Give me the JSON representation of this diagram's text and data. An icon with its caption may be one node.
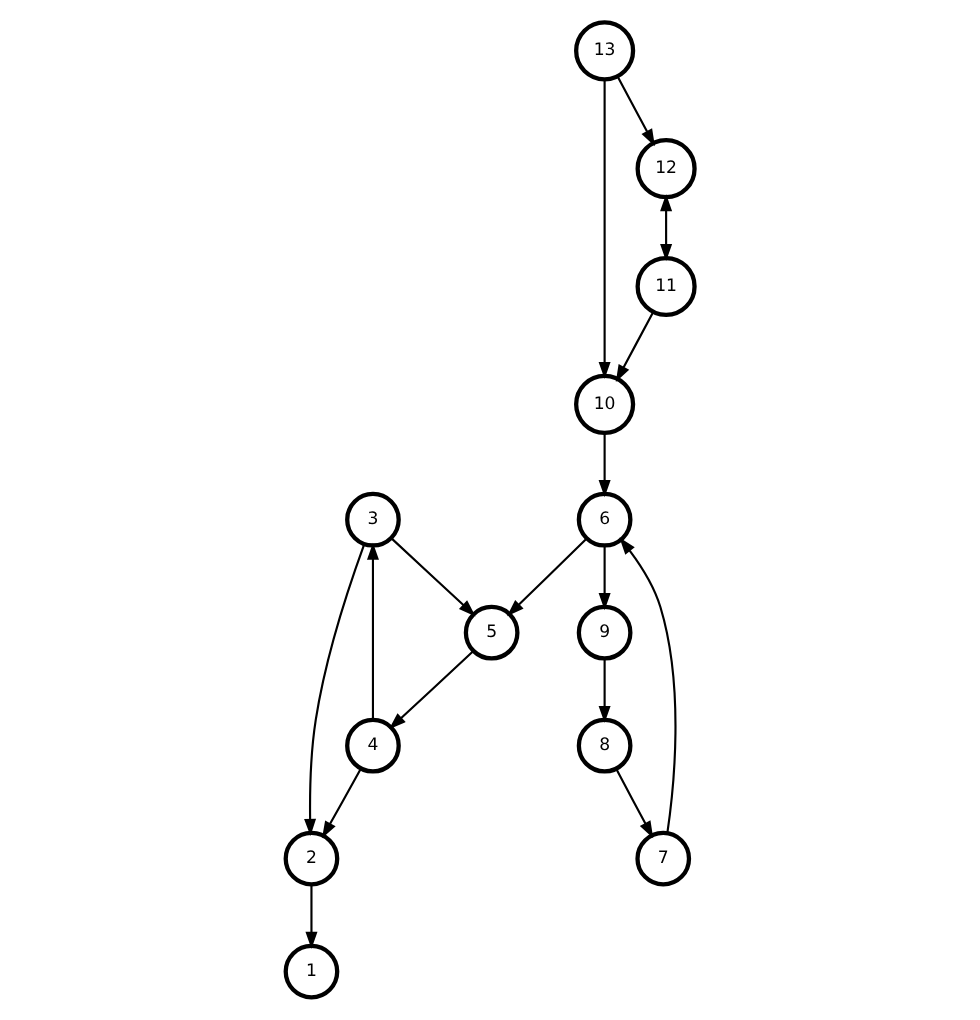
{
  "diagram": {
    "nodes": [
      {
        "text": [
          "1"
        ]
      },
      {
        "text": [
          "2"
        ]
      },
      {
        "text": [
          "3"
        ]
      },
      {
        "text": [
          "4"
        ]
      },
      {
        "text": [
          "5"
        ]
      },
      {
        "text": [
          "6"
        ]
      },
      {
        "text": [
          "7"
        ]
      },
      {
        "text": [
          "8"
        ]
      },
      {
        "text": [
          "9"
        ]
      },
      {
        "text": [
          "10"
        ]
      },
      {
        "text": [
          "11"
        ]
      },
      {
        "text": [
          "12"
        ]
      },
      {
        "text": [
          "13"
        ]
      }
    ],
    "edges": [
      {
        "from": 1,
        "to": 0,
        "arrow": "to"
      },
      {
        "from": 2,
        "to": 1,
        "arrow": "to"
      },
      {
        "from": 3,
        "to": 1,
        "arrow": "to"
      },
      {
        "from": 3,
        "to": 2,
        "arrow": "to"
      },
      {
        "from": 2,
        "to": 4,
        "arrow": "to"
      },
      {
        "from": 4,
        "to": 3,
        "arrow": "to"
      },
      {
        "from": 5,
        "to": 4,
        "arrow": "to"
      },
      {
        "from": 6,
        "to": 5,
        "arrow": "to"
      },
      {
        "from": 7,
        "to": 6,
        "arrow": "to"
      },
      {
        "from": 8,
        "to": 7,
        "arrow": "to"
      },
      {
        "from": 5,
        "to": 8,
        "arrow": "to"
      },
      {
        "from": 9,
        "to": 5,
        "arrow": "to"
      },
      {
        "from": 12,
        "to": 9,
        "arrow": "to"
      },
      {
        "from": 12,
        "to": 11,
        "arrow": "to"
      },
      {
        "from": 10,
        "to": 9,
        "arrow": "to"
      },
      {
        "from": 11,
        "to": 10,
        "arrow": "both"
      }
    ]
  }
}
